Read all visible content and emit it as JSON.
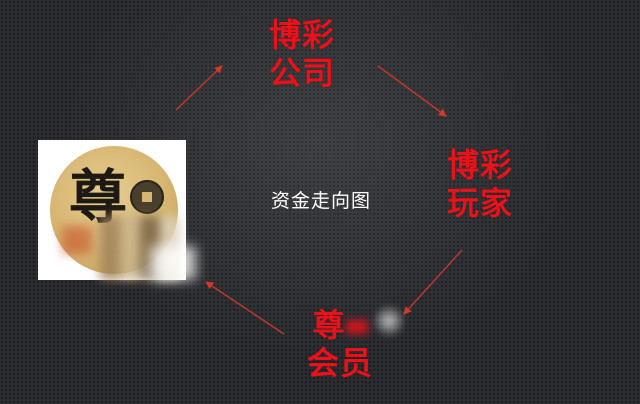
{
  "diagram": {
    "center_title": "资金走向图",
    "nodes": [
      {
        "id": "company",
        "lines": [
          "博彩",
          "公司"
        ]
      },
      {
        "id": "player",
        "lines": [
          "博彩",
          "玩家"
        ]
      },
      {
        "id": "member",
        "lines": [
          "尊",
          "会员"
        ]
      }
    ],
    "logo": {
      "glyph": "尊"
    },
    "arrow_color": "#c0392b",
    "node_color": "#e8121b",
    "edges": [
      {
        "from": "logo",
        "to": "company"
      },
      {
        "from": "company",
        "to": "player"
      },
      {
        "from": "player",
        "to": "member"
      },
      {
        "from": "member",
        "to": "logo"
      }
    ]
  }
}
